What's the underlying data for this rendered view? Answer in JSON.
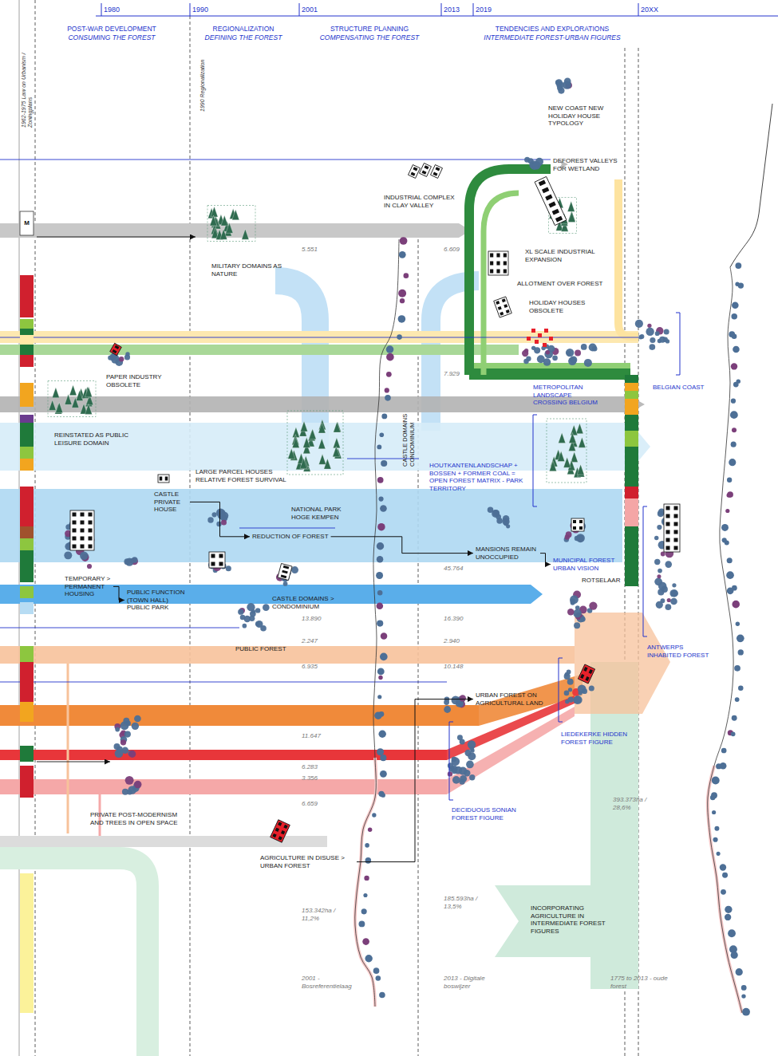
{
  "diagram": {
    "nodes": [
      {
        "text": [
          "NEW COAST NEW HOLIDAY HOUSE TYPOLOGY"
        ]
      },
      {
        "text": [
          "DEFOREST VALLEYS FOR WETLAND"
        ]
      },
      {
        "text": [
          "INDUSTRIAL COMPLEX IN CLAY VALLEY"
        ]
      },
      {
        "text": [
          "XL SCALE INDUSTRIAL EXPANSION"
        ]
      },
      {
        "text": [
          "MILITARY DOMAINS AS NATURE"
        ]
      },
      {
        "text": [
          "ALLOTMENT OVER FOREST"
        ]
      },
      {
        "text": [
          "HOLIDAY HOUSES OBSOLETE"
        ]
      },
      {
        "text": [
          "PAPER INDUSTRY OBSOLETE"
        ]
      },
      {
        "text": [
          "METROPOLITAN LANDSCAPE CROSSING BELGIUM"
        ]
      },
      {
        "text": [
          "BELGIAN COAST"
        ]
      },
      {
        "text": [
          "REINSTATED AS PUBLIC LEISURE DOMAIN"
        ]
      },
      {
        "text": [
          "HOUTKANTENLANDSCHAP + BOSSEN + FORMER COAL = OPEN FOREST MATRIX - PARK TERRITORY"
        ]
      },
      {
        "text": [
          "LARGE PARCEL HOUSES RELATIVE FOREST SURVIVAL"
        ]
      },
      {
        "text": [
          "CASTLE PRIVATE HOUSE"
        ]
      },
      {
        "text": [
          "NATIONAL PARK HOGE KEMPEN"
        ]
      },
      {
        "text": [
          "REDUCTION OF FOREST"
        ]
      },
      {
        "text": [
          "MANSIONS REMAIN UNOCCUPIED"
        ]
      },
      {
        "text": [
          "MUNICIPAL FOREST URBAN VISION"
        ]
      },
      {
        "text": [
          "TEMPORARY > PERMANENT HOUSING"
        ]
      },
      {
        "text": [
          "ROTSELAAR"
        ]
      },
      {
        "text": [
          "PUBLIC FUNCTION (TOWN HALL) PUBLIC PARK"
        ]
      },
      {
        "text": [
          "CASTLE DOMAINS > CONDOMINIUM"
        ]
      },
      {
        "text": [
          "PUBLIC FOREST"
        ]
      },
      {
        "text": [
          "ANTWERPS INHABITED FOREST"
        ]
      },
      {
        "text": [
          "URBAN FOREST ON AGRICULTURAL LAND"
        ]
      },
      {
        "text": [
          "LIEDEKERKE HIDDEN FOREST FIGURE"
        ]
      },
      {
        "text": [
          "DECIDUOUS SONIAN FOREST FIGURE"
        ]
      },
      {
        "text": [
          "PRIVATE POST-MODERNISM AND TREES IN OPEN SPACE"
        ]
      },
      {
        "text": [
          "AGRICULTURE IN DISUSE > URBAN FOREST"
        ]
      },
      {
        "text": [
          "INCORPORATING AGRICULTURE IN INTERMEDIATE FOREST FIGURES"
        ]
      }
    ],
    "edges": [
      {
        "from": 18,
        "to": 20,
        "arrow": "to"
      },
      {
        "from": 13,
        "to": 15,
        "arrow": "to"
      },
      {
        "from": 15,
        "to": 16,
        "arrow": "to"
      },
      {
        "from": 16,
        "to": 17,
        "arrow": "to"
      },
      {
        "from": 28,
        "to": 24,
        "arrow": "to"
      }
    ],
    "labels": [
      "1980",
      "1990",
      "2001",
      "2013",
      "2019",
      "20XX",
      "POST-WAR DEVELOPMENT",
      "CONSUMING THE FOREST",
      "REGIONALIZATION",
      "DEFINING THE FOREST",
      "STRUCTURE PLANNING",
      "COMPENSATING THE FOREST",
      "TENDENCIES AND EXPLORATIONS",
      "INTERMEDIATE FOREST-URBAN FIGURES",
      "1962-1975 Law on Urbanism / Zoningplans",
      "1990 Regionalization",
      "CASTLE DOMAINS CONDOMINIUM",
      "M",
      "5.551",
      "6.609",
      "7.929",
      "45.764",
      "13.890",
      "16.390",
      "2.247",
      "2.940",
      "6.935",
      "10.148",
      "11.647",
      "6.283",
      "3.356",
      "6.659",
      "153.342ha / 11,2%",
      "185.593ha / 13,5%",
      "393.373ha / 28,6%",
      "2001 - Bosreferentielaag",
      "2013 - Digitale boswijzer",
      "1775 to 2013 - oude forest"
    ]
  }
}
